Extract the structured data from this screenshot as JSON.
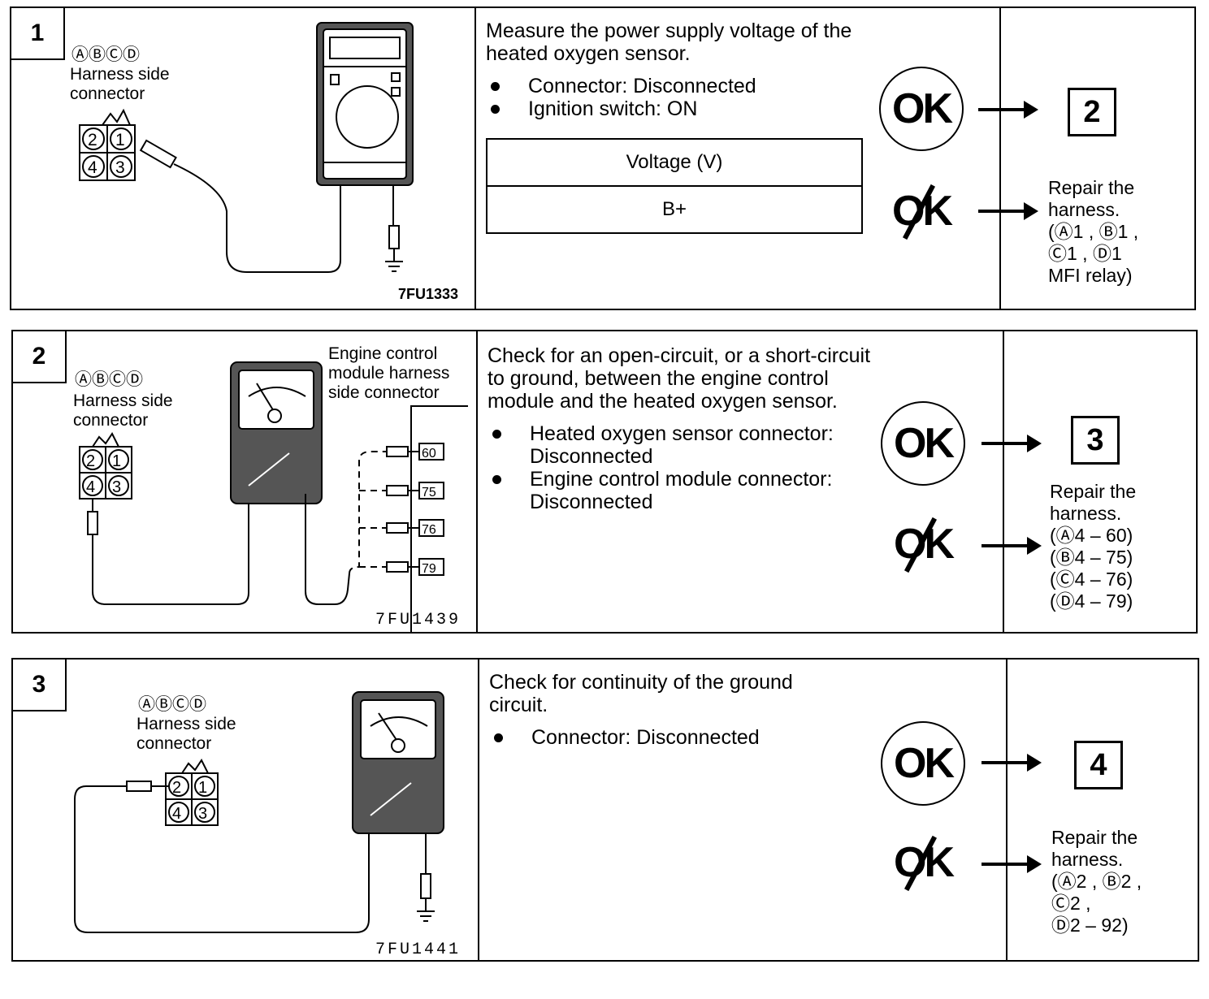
{
  "common": {
    "connector_letters": "ⒶⒷⒸⒹ",
    "harness_label_1": "Harness side",
    "harness_label_2": "connector",
    "ok": "OK",
    "ng": "OK"
  },
  "steps": [
    {
      "number": "1",
      "figure_id": "7FU1333",
      "instruction": "Measure the power supply voltage of the heated oxygen sensor.",
      "bullets": [
        "Connector: Disconnected",
        "Ignition switch: ON"
      ],
      "table": {
        "header": "Voltage (V)",
        "value": "B+"
      },
      "ok_next": "2",
      "ng_text": "Repair the\nharness.\n(Ⓐ1 , Ⓑ1 ,\nⒸ1 , Ⓓ1\nMFI relay)"
    },
    {
      "number": "2",
      "figure_id": "7FU1439",
      "ecm_label_1": "Engine control",
      "ecm_label_2": "module harness",
      "ecm_label_3": "side connector",
      "ecm_pins": [
        "60",
        "75",
        "76",
        "79"
      ],
      "instruction": "Check for an open-circuit, or a short-circuit to ground, between the engine control module and the heated oxygen sensor.",
      "bullets": [
        "Heated oxygen sensor connector: Disconnected",
        "Engine control module connector: Disconnected"
      ],
      "ok_next": "3",
      "ng_text": "Repair the\nharness.\n(Ⓐ4 – 60)\n(Ⓑ4 – 75)\n(Ⓒ4 – 76)\n(Ⓓ4 – 79)"
    },
    {
      "number": "3",
      "figure_id": "7FU1441",
      "instruction": "Check for continuity of the ground circuit.",
      "bullets": [
        "Connector: Disconnected"
      ],
      "ok_next": "4",
      "ng_text": "Repair the\nharness.\n(Ⓐ2 , Ⓑ2 ,\nⒸ2 ,\nⒹ2 – 92)"
    }
  ]
}
